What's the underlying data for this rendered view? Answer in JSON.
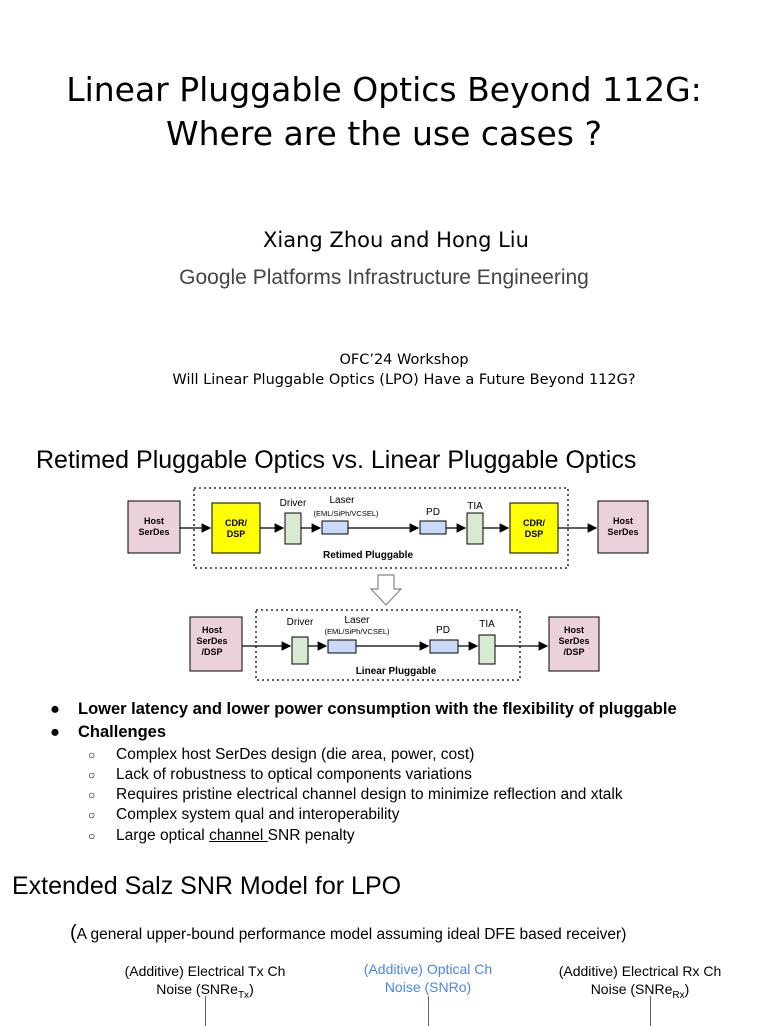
{
  "title": {
    "line1": "Linear Pluggable Optics Beyond 112G:",
    "line2": "Where are the use cases ?"
  },
  "authors": "Xiang Zhou and Hong Liu",
  "affiliation": "Google Platforms Infrastructure Engineering",
  "workshop": {
    "line1": "OFC’24 Workshop",
    "line2": "Will Linear Pluggable Optics (LPO) Have a Future Beyond 112G?"
  },
  "section1": {
    "heading": "Retimed Pluggable Optics vs. Linear Pluggable Optics",
    "retimed": {
      "host_left": [
        "Host",
        "SerDes"
      ],
      "dsp_left": [
        "CDR/",
        "DSP"
      ],
      "driver": "Driver",
      "laser": "Laser",
      "laser_types": "(EML/SiPh/VCSEL)",
      "pd": "PD",
      "tia": "TIA",
      "dsp_right": [
        "CDR/",
        "DSP"
      ],
      "host_right": [
        "Host",
        "SerDes"
      ],
      "caption": "Retimed Pluggable"
    },
    "linear": {
      "host_left": [
        "Host",
        "SerDes",
        "/DSP"
      ],
      "driver": "Driver",
      "laser": "Laser",
      "laser_types": "(EML/SiPh/VCSEL)",
      "pd": "PD",
      "tia": "TIA",
      "host_right": [
        "Host",
        "SerDes",
        "/DSP"
      ],
      "caption": "Linear Pluggable"
    },
    "colors": {
      "host": "#ead1dc",
      "dsp": "#ffff00",
      "component": "#d9ead3",
      "laser": "#c9daf8"
    },
    "bullets": [
      "Lower latency and lower power consumption with the flexibility of pluggable",
      "Challenges"
    ],
    "sub_bullets": [
      "Complex host SerDes design (die area, power, cost)",
      "Lack of robustness to optical components variations",
      "Requires pristine electrical channel design to minimize reflection and xtalk",
      "Complex system qual and interoperability"
    ],
    "last_sub_bullet": {
      "before": "Large optical ",
      "underlined": "channel ",
      "after": "SNR penalty"
    }
  },
  "section2": {
    "heading": "Extended Salz SNR Model for LPO",
    "note_paren": "(",
    "note": "A general upper-bound performance model assuming ideal DFE based receiver)",
    "noise_tx": {
      "line1": "(Additive) Electrical Tx Ch",
      "line2": "Noise (SNRe",
      "sub": "Tx",
      "close": ")"
    },
    "noise_optical": {
      "line1": "(Additive) Optical Ch",
      "line2": "Noise (SNRo)"
    },
    "noise_rx": {
      "line1": "(Additive) Electrical Rx Ch",
      "line2": "Noise (SNRe",
      "sub": "Rx",
      "close": ")"
    },
    "optical_color": "#4a86e8"
  }
}
